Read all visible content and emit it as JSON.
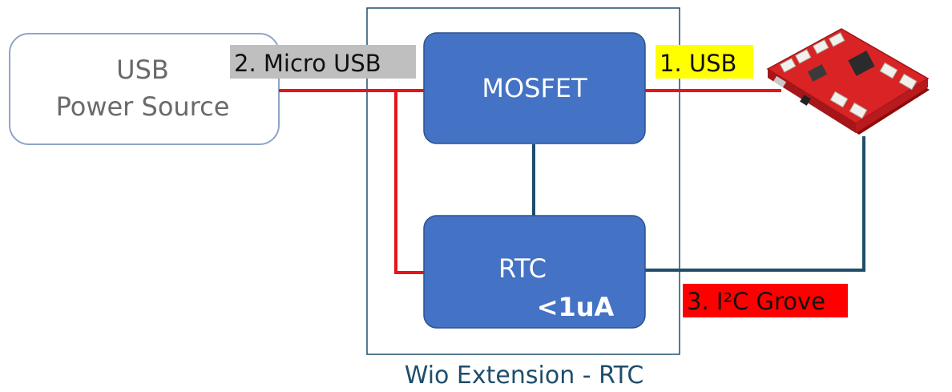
{
  "power_source": {
    "line1": "USB",
    "line2": "Power Source"
  },
  "labels": {
    "micro_usb": "2. Micro USB",
    "usb": "1. USB",
    "i2c": "3. I²C Grove"
  },
  "extension": {
    "title": "Wio Extension - RTC",
    "mosfet": "MOSFET",
    "rtc": "RTC",
    "current": "<1uA"
  },
  "colors": {
    "block_fill": "#4472C4",
    "power_wire": "#E8131B",
    "signal_wire": "#1F4E6B",
    "highlight_usb": "#FFFF00",
    "highlight_micro": "#BFBFBF",
    "highlight_i2c": "#FF0000"
  },
  "icons": {
    "board": "wio-lte-board-icon"
  }
}
